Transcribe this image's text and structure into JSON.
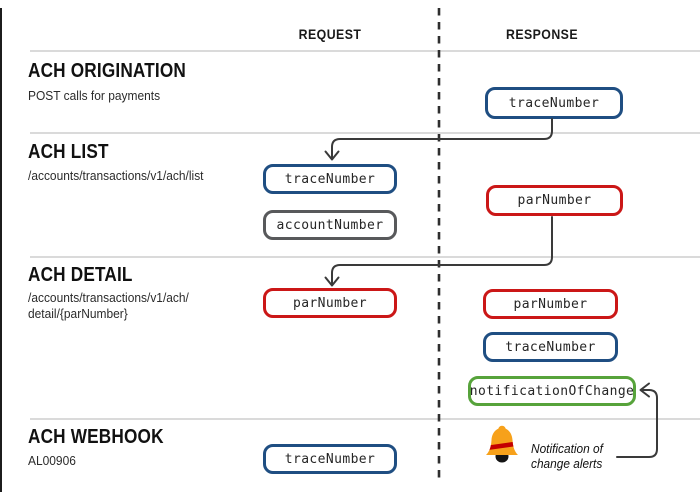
{
  "header": {
    "request": "REQUEST",
    "response": "RESPONSE"
  },
  "sections": {
    "origination": {
      "title": "ACH ORIGINATION",
      "subtitle": "POST calls for payments"
    },
    "list": {
      "title": "ACH LIST",
      "subtitle": "/accounts/transactions/v1/ach/list"
    },
    "detail": {
      "title": "ACH DETAIL",
      "subtitle_line1": "/accounts/transactions/v1/ach/",
      "subtitle_line2": "detail/{parNumber}"
    },
    "webhook": {
      "title": "ACH WEBHOOK",
      "subtitle": "AL00906"
    }
  },
  "pills": {
    "origination_response_trace": {
      "label": "traceNumber",
      "color": "blue"
    },
    "list_request_trace": {
      "label": "traceNumber",
      "color": "blue"
    },
    "list_request_account": {
      "label": "accountNumber",
      "color": "gray"
    },
    "list_response_par": {
      "label": "parNumber",
      "color": "red"
    },
    "detail_request_par": {
      "label": "parNumber",
      "color": "red"
    },
    "detail_response_par": {
      "label": "parNumber",
      "color": "red"
    },
    "detail_response_trace": {
      "label": "traceNumber",
      "color": "blue"
    },
    "detail_response_noc": {
      "label": "notificationOfChange",
      "color": "green"
    },
    "webhook_request_trace": {
      "label": "traceNumber",
      "color": "blue"
    }
  },
  "note": {
    "line1": "Notification of",
    "line2": "change alerts"
  },
  "icons": {
    "bell": "bell-icon"
  },
  "colors": {
    "blue": "#1f4e82",
    "red": "#cb1717",
    "gray": "#58595b",
    "green": "#57a33b",
    "arrow": "#3a3a3a",
    "divider": "#c4c4c4",
    "dashed": "#2e2e2e",
    "bell_body": "#F7A11A",
    "bell_stripe": "#C40000",
    "bell_clapper": "#141414"
  }
}
